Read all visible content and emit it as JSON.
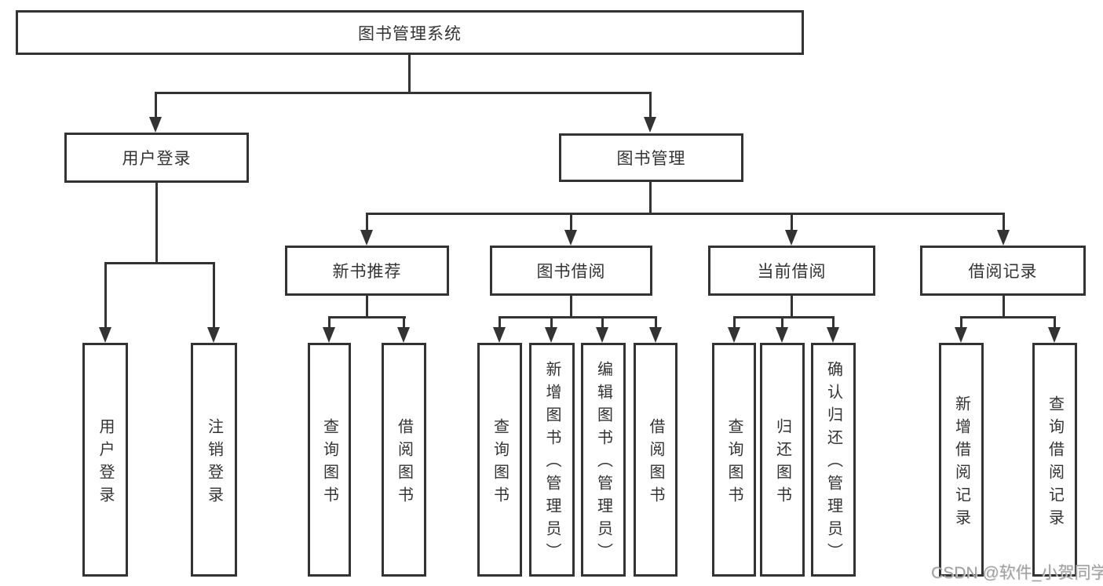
{
  "colors": {
    "line": "#333333",
    "text": "#333333",
    "background": "#ffffff",
    "watermark": "#949494"
  },
  "tree": {
    "root": {
      "label": "图书管理系统"
    },
    "user_login": {
      "label": "用户登录",
      "children": {
        "login": {
          "label": "用户登录"
        },
        "logout": {
          "label": "注销登录"
        }
      }
    },
    "book_management": {
      "label": "图书管理",
      "children": {
        "new_book": {
          "label": "新书推荐",
          "children": {
            "query": {
              "label": "查询图书"
            },
            "borrow": {
              "label": "借阅图书"
            }
          }
        },
        "book_borrow": {
          "label": "图书借阅",
          "children": {
            "query": {
              "label": "查询图书"
            },
            "add": {
              "label": "新增图书（管理员）"
            },
            "edit": {
              "label": "编辑图书（管理员）"
            },
            "borrow": {
              "label": "借阅图书"
            }
          }
        },
        "current_borrow": {
          "label": "当前借阅",
          "children": {
            "query": {
              "label": "查询图书"
            },
            "return": {
              "label": "归还图书"
            },
            "confirm": {
              "label": "确认归还（管理员）"
            }
          }
        },
        "borrow_record": {
          "label": "借阅记录",
          "children": {
            "add": {
              "label": "新增借阅记录"
            },
            "query": {
              "label": "查询借阅记录"
            }
          }
        }
      }
    }
  },
  "watermark": {
    "text": "CSDN @软件_小贺同学"
  }
}
